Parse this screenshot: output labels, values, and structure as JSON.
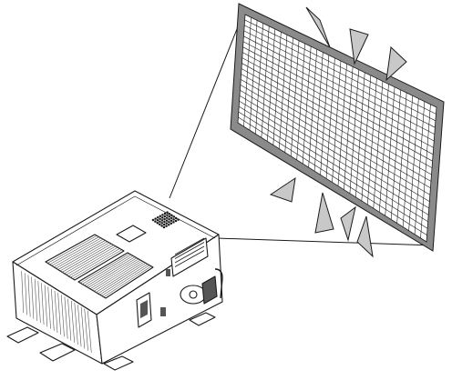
{
  "figure": {
    "subjects": [
      "projector-icon",
      "projection-screen-icon",
      "warning-triangle-icon"
    ],
    "colors": {
      "line": "#1a1a1a",
      "screen_frame": "#8a8a8a",
      "screen_face": "#ffffff",
      "pointer_fill": "#c8c8c8",
      "body_fill": "#ffffff",
      "vent": "#555555"
    },
    "screen": {
      "grid_columns": 32,
      "grid_rows": 20
    },
    "pointers": {
      "count": 7
    }
  }
}
